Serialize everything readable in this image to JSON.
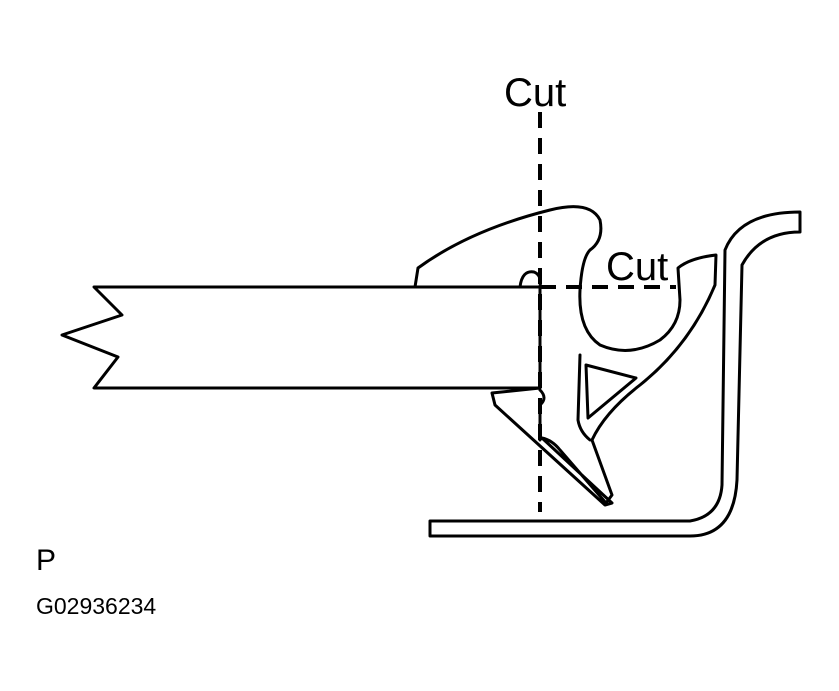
{
  "labels": {
    "cut_vertical": "Cut",
    "cut_horizontal": "Cut",
    "corner_letter": "P",
    "figure_code": "G02936234"
  },
  "colors": {
    "line": "#000000",
    "background": "#ffffff"
  }
}
